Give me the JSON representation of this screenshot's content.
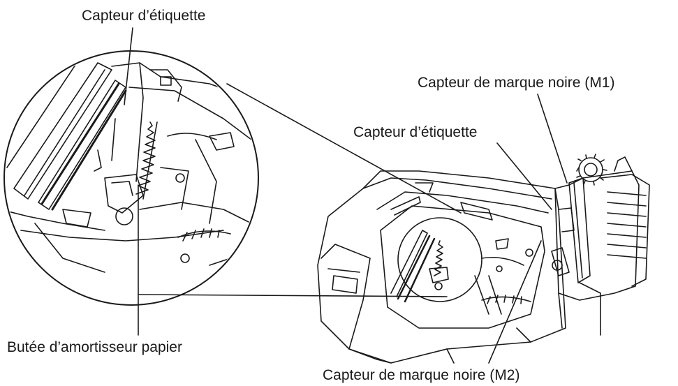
{
  "labels": {
    "label_sensor_top": "Capteur d’étiquette",
    "black_mark_m1": "Capteur de marque noire (M1)",
    "label_sensor_mid": "Capteur d’étiquette",
    "paper_damper_stop": "Butée d’amortisseur papier",
    "black_mark_m2": "Capteur de marque noire (M2)"
  },
  "colors": {
    "line": "#1a1a1a",
    "background": "#ffffff"
  }
}
